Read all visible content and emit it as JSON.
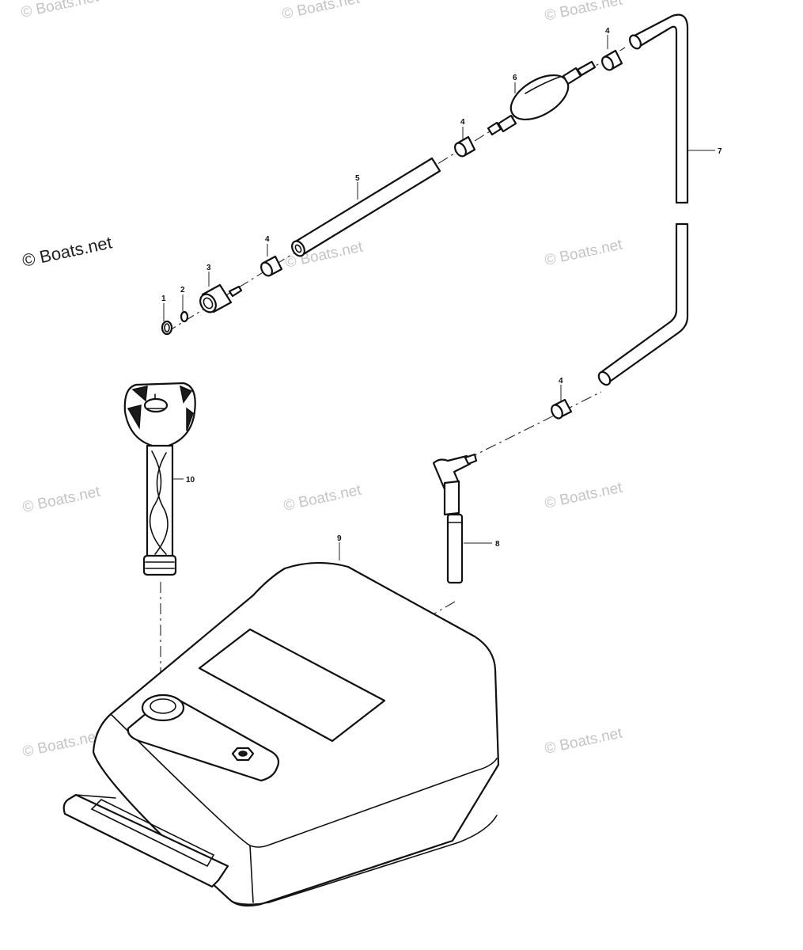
{
  "copyright": "© Boats.net",
  "watermark": "© Boats.net",
  "callouts": {
    "p1": "1",
    "p2": "2",
    "p3": "3",
    "p4a": "4",
    "p4b": "4",
    "p4c": "4",
    "p4d": "4",
    "p5": "5",
    "p6": "6",
    "p7": "7",
    "p8": "8",
    "p9": "9",
    "p10": "10"
  }
}
